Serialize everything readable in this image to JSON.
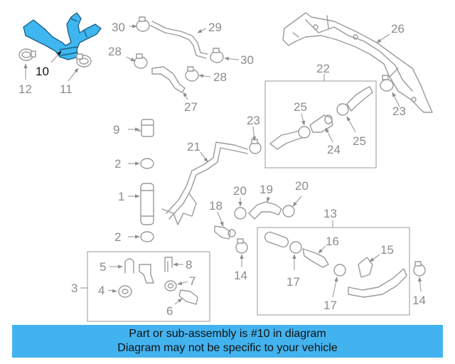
{
  "diagram": {
    "highlight_color": "#43b3ef",
    "highlighted_part": "10",
    "labels": {
      "p1": "1",
      "p2a": "2",
      "p2b": "2",
      "p3": "3",
      "p4": "4",
      "p5": "5",
      "p6": "6",
      "p7": "7",
      "p8": "8",
      "p9": "9",
      "p10": "10",
      "p11": "11",
      "p12": "12",
      "p13": "13",
      "p14a": "14",
      "p14b": "14",
      "p15": "15",
      "p16": "16",
      "p17a": "17",
      "p17b": "17",
      "p18": "18",
      "p19": "19",
      "p20a": "20",
      "p20b": "20",
      "p21": "21",
      "p22": "22",
      "p23a": "23",
      "p23b": "23",
      "p24": "24",
      "p25a": "25",
      "p25b": "25",
      "p26": "26",
      "p27": "27",
      "p28a": "28",
      "p28b": "28",
      "p29": "29",
      "p30a": "30",
      "p30b": "30"
    }
  },
  "banner": {
    "line1": "Part or sub-assembly is #10 in diagram",
    "line2": "Diagram may not be specific to your vehicle"
  }
}
